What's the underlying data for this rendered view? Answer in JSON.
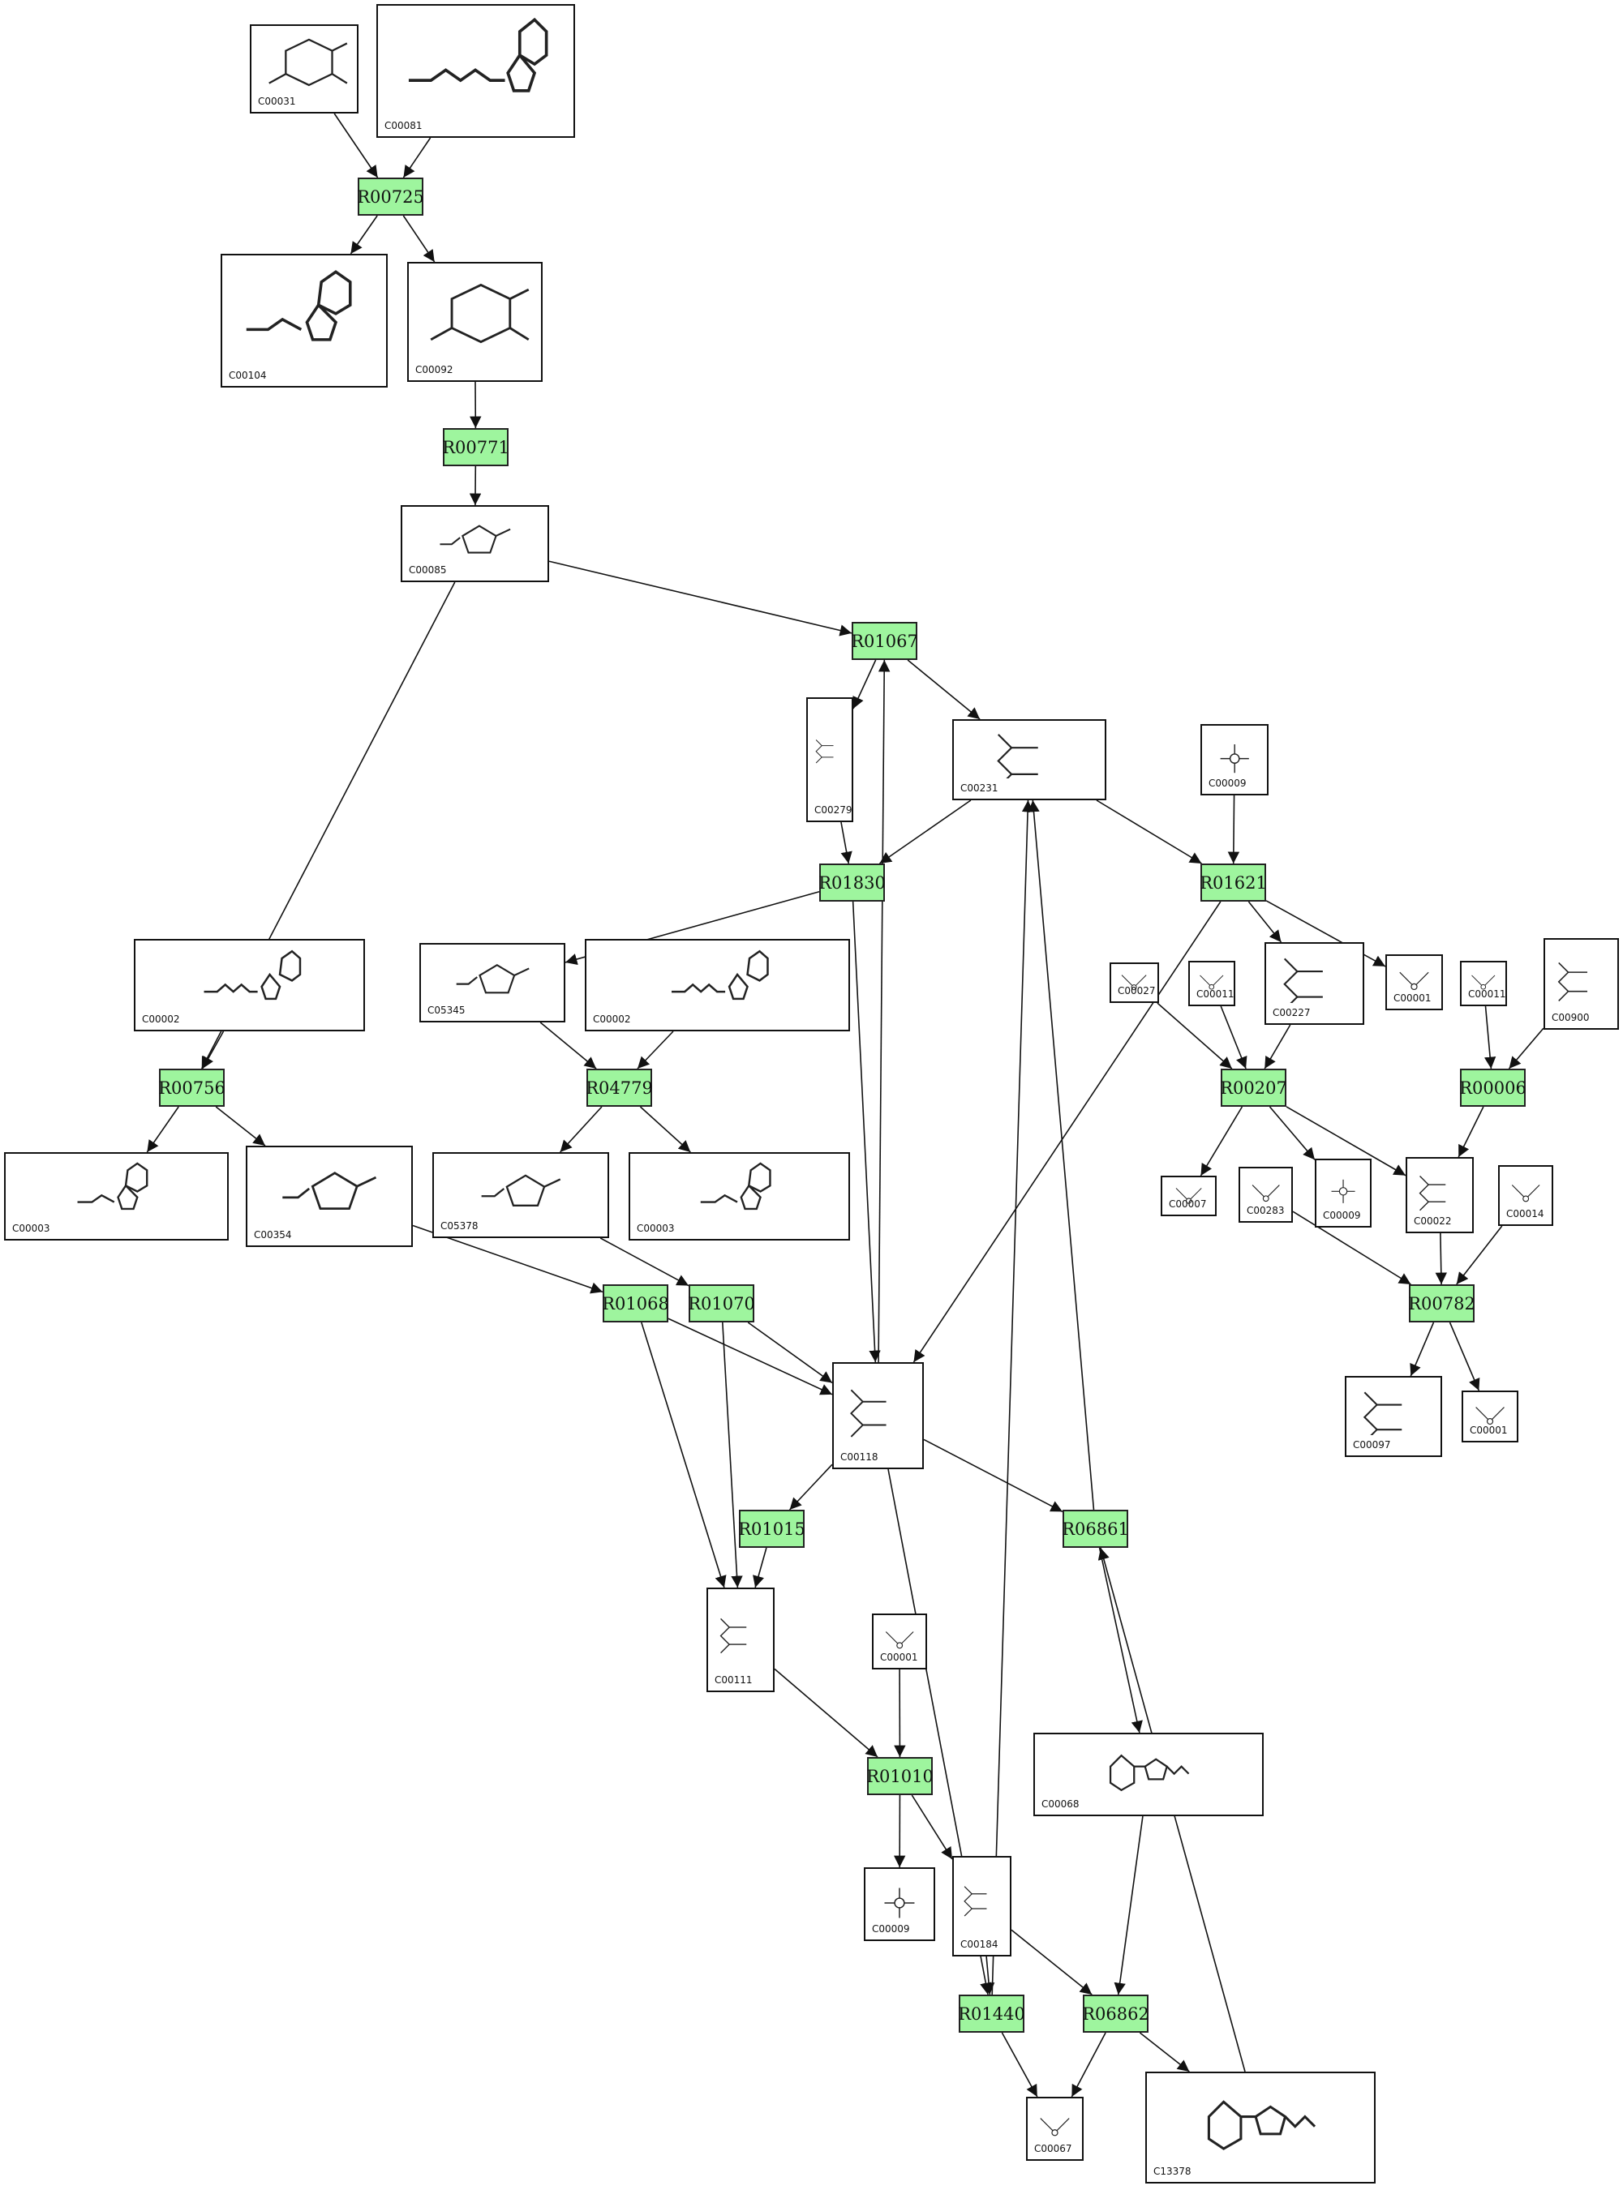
{
  "diagram": {
    "compounds": [
      {
        "key": "c1",
        "label": "C00031"
      },
      {
        "key": "c2",
        "label": "C00081"
      },
      {
        "key": "c3",
        "label": "C00104"
      },
      {
        "key": "c4",
        "label": "C00092"
      },
      {
        "key": "c5",
        "label": "C00085"
      },
      {
        "key": "c6",
        "label": "C00279"
      },
      {
        "key": "c7",
        "label": "C00231"
      },
      {
        "key": "c8",
        "label": "C00009"
      },
      {
        "key": "c9",
        "label": "C00002"
      },
      {
        "key": "c10",
        "label": "C05345"
      },
      {
        "key": "c11",
        "label": "C00002"
      },
      {
        "key": "c12",
        "label": "C00027"
      },
      {
        "key": "c13",
        "label": "C00011"
      },
      {
        "key": "c14",
        "label": "C00227"
      },
      {
        "key": "c15",
        "label": "C00001"
      },
      {
        "key": "c16",
        "label": "C00011"
      },
      {
        "key": "c17",
        "label": "C00900"
      },
      {
        "key": "c18",
        "label": "C00003"
      },
      {
        "key": "c19",
        "label": "C00354"
      },
      {
        "key": "c20",
        "label": "C05378"
      },
      {
        "key": "c21",
        "label": "C00003"
      },
      {
        "key": "c22",
        "label": "C00007"
      },
      {
        "key": "c23",
        "label": "C00283"
      },
      {
        "key": "c24",
        "label": "C00009"
      },
      {
        "key": "c25",
        "label": "C00022"
      },
      {
        "key": "c26",
        "label": "C00014"
      },
      {
        "key": "c27",
        "label": "C00118"
      },
      {
        "key": "c28",
        "label": "C00097"
      },
      {
        "key": "c29",
        "label": "C00001"
      },
      {
        "key": "c30",
        "label": "C00111"
      },
      {
        "key": "c31",
        "label": "C00001"
      },
      {
        "key": "c32",
        "label": "C00068"
      },
      {
        "key": "c33",
        "label": "C00009"
      },
      {
        "key": "c34",
        "label": "C00184"
      },
      {
        "key": "c35",
        "label": "C00067"
      },
      {
        "key": "c36",
        "label": "C13378"
      }
    ],
    "reactions": [
      {
        "key": "r1",
        "label": "R00725"
      },
      {
        "key": "r2",
        "label": "R00771"
      },
      {
        "key": "r3",
        "label": "R01067"
      },
      {
        "key": "r4",
        "label": "R01830"
      },
      {
        "key": "r5",
        "label": "R01621"
      },
      {
        "key": "r6",
        "label": "R00756"
      },
      {
        "key": "r7",
        "label": "R04779"
      },
      {
        "key": "r8",
        "label": "R00207"
      },
      {
        "key": "r9",
        "label": "R00006"
      },
      {
        "key": "r10",
        "label": "R01068"
      },
      {
        "key": "r11",
        "label": "R01070"
      },
      {
        "key": "r12",
        "label": "R00782"
      },
      {
        "key": "r13",
        "label": "R01015"
      },
      {
        "key": "r14",
        "label": "R06861"
      },
      {
        "key": "r15",
        "label": "R01010"
      },
      {
        "key": "r16",
        "label": "R01440"
      },
      {
        "key": "r17",
        "label": "R06862"
      }
    ],
    "edges": [
      [
        "c1",
        "r1"
      ],
      [
        "c2",
        "r1"
      ],
      [
        "r1",
        "c3"
      ],
      [
        "r1",
        "c4"
      ],
      [
        "c4",
        "r2"
      ],
      [
        "r2",
        "c5"
      ],
      [
        "c5",
        "r3"
      ],
      [
        "c5",
        "r6"
      ],
      [
        "r3",
        "c6"
      ],
      [
        "r3",
        "c7"
      ],
      [
        "c6",
        "r4"
      ],
      [
        "c7",
        "r4"
      ],
      [
        "c7",
        "r5"
      ],
      [
        "c8",
        "r5"
      ],
      [
        "r4",
        "c10"
      ],
      [
        "r4",
        "c27"
      ],
      [
        "r5",
        "c14"
      ],
      [
        "r5",
        "c15"
      ],
      [
        "r5",
        "c27"
      ],
      [
        "c9",
        "r6"
      ],
      [
        "r6",
        "c18"
      ],
      [
        "r6",
        "c19"
      ],
      [
        "c10",
        "r7"
      ],
      [
        "c11",
        "r7"
      ],
      [
        "r7",
        "c20"
      ],
      [
        "r7",
        "c21"
      ],
      [
        "c12",
        "r8"
      ],
      [
        "c13",
        "r8"
      ],
      [
        "c14",
        "r8"
      ],
      [
        "r8",
        "c22"
      ],
      [
        "r8",
        "c24"
      ],
      [
        "r8",
        "c25"
      ],
      [
        "c16",
        "r9"
      ],
      [
        "c17",
        "r9"
      ],
      [
        "r9",
        "c25"
      ],
      [
        "c23",
        "r12"
      ],
      [
        "c25",
        "r12"
      ],
      [
        "c26",
        "r12"
      ],
      [
        "r12",
        "c28"
      ],
      [
        "r12",
        "c29"
      ],
      [
        "c19",
        "r10"
      ],
      [
        "r10",
        "c27"
      ],
      [
        "r10",
        "c30"
      ],
      [
        "c20",
        "r11"
      ],
      [
        "r11",
        "c27"
      ],
      [
        "r11",
        "c30"
      ],
      [
        "c27",
        "r3"
      ],
      [
        "c27",
        "r13"
      ],
      [
        "c27",
        "r14"
      ],
      [
        "c27",
        "r16"
      ],
      [
        "r13",
        "c30"
      ],
      [
        "c30",
        "r15"
      ],
      [
        "c31",
        "r15"
      ],
      [
        "r15",
        "c33"
      ],
      [
        "r15",
        "c34"
      ],
      [
        "c34",
        "r16"
      ],
      [
        "c34",
        "r17"
      ],
      [
        "r16",
        "c7"
      ],
      [
        "r16",
        "c35"
      ],
      [
        "r14",
        "c7"
      ],
      [
        "r14",
        "c32"
      ],
      [
        "c32",
        "r17"
      ],
      [
        "r17",
        "c35"
      ],
      [
        "r17",
        "c36"
      ],
      [
        "c36",
        "r14"
      ]
    ]
  }
}
